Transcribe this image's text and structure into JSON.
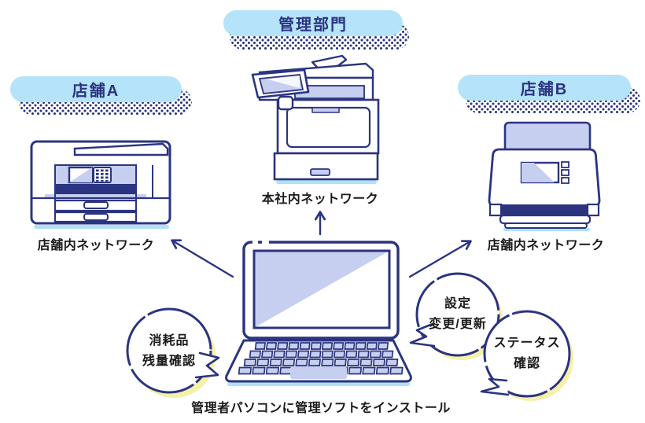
{
  "diagram": {
    "group_labels": {
      "management": "管理部門",
      "store_a": "店舗A",
      "store_b": "店舗B"
    },
    "captions": {
      "head_office_network": "本社内ネットワーク",
      "store_a_network": "店舗内ネットワーク",
      "store_b_network": "店舗内ネットワーク",
      "laptop": "管理者パソコンに管理ソフトをインストール"
    },
    "bubbles": {
      "consumables": {
        "line1": "消耗品",
        "line2": "残量確認"
      },
      "settings": {
        "line1": "設定",
        "line2": "変更/更新"
      },
      "status": {
        "line1": "ステータス",
        "line2": "確認"
      }
    },
    "connections": [
      {
        "from": "admin-laptop",
        "to": "store-a-printer"
      },
      {
        "from": "admin-laptop",
        "to": "head-office-mfp"
      },
      {
        "from": "admin-laptop",
        "to": "store-b-scanner"
      }
    ],
    "colors": {
      "pill_blue": "#b5e3f9",
      "outline_navy": "#2b3480",
      "fill_periwinkle": "#c6cff0",
      "bubble_shadow_yellow": "#f6f0a8",
      "ground_shadow_cyan": "#b0e1f9",
      "text_dark": "#1a1a1a"
    }
  }
}
